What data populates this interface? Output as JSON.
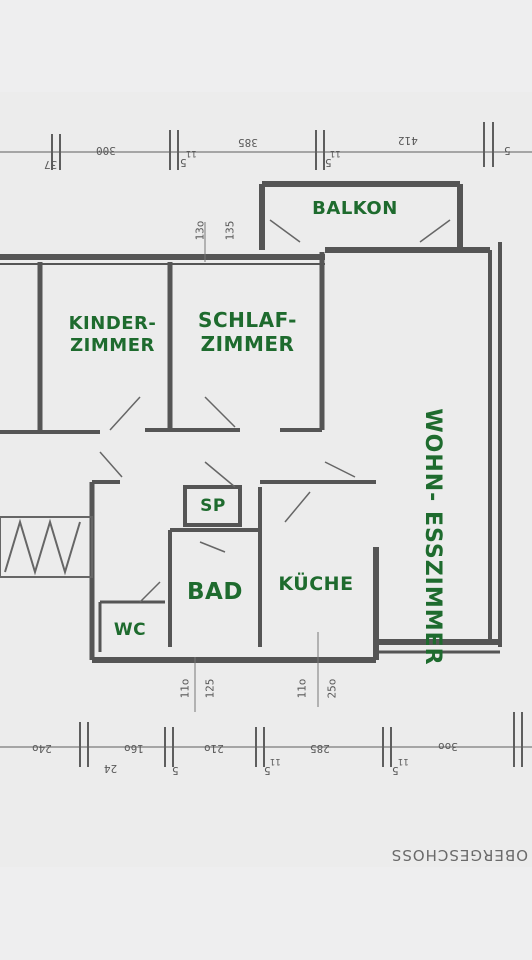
{
  "rooms": {
    "balkon": "BALKON",
    "kinderzimmer_1": "KINDER-",
    "kinderzimmer_2": "ZIMMER",
    "schlafzimmer_1": "SCHLAF-",
    "schlafzimmer_2": "ZIMMER",
    "wohnesszimmer": "WOHN- ESSZIMMER",
    "sp": "SP",
    "bad": "BAD",
    "kueche": "KÜCHE",
    "wc": "WC"
  },
  "floor_title": "OBERGESCHOSS",
  "dimensions_top": {
    "d37": "37",
    "d300": "300",
    "d11_5a": "11",
    "d5a": "5",
    "d385": "385",
    "d11_5b": "11",
    "d5b": "5",
    "d412": "412",
    "d5c": "5"
  },
  "dimensions_inner": {
    "d135": "135",
    "d130": "13o"
  },
  "dimensions_mid": {
    "d110a": "11o",
    "d125": "125",
    "d110b": "11o",
    "d250": "25o"
  },
  "dimensions_bottom": {
    "d240": "24o",
    "d24": "24",
    "d160": "16o",
    "d5d": "5",
    "d210": "21o",
    "d11_5c": "11",
    "d5e": "5",
    "d285": "285",
    "d11_5d": "11",
    "d5f": "5",
    "d300": "3oo"
  }
}
